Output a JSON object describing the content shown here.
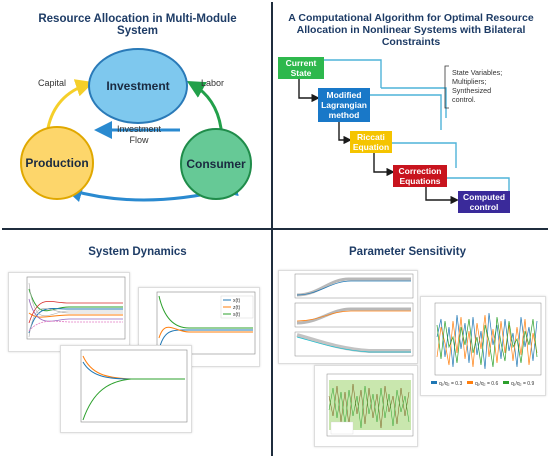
{
  "panel1": {
    "title": "Resource Allocation in Multi-Module System",
    "nodes": {
      "investment": {
        "label": "Investment",
        "color": "#7ec8ee"
      },
      "production": {
        "label": "Production",
        "color": "#fdd66b"
      },
      "consumer": {
        "label": "Consumer",
        "color": "#66c996"
      }
    },
    "edges": {
      "capital": "Capital",
      "labor": "Labor",
      "investment_flow_line1": "Investment",
      "investment_flow_line2": "Flow"
    },
    "colors": {
      "capital_arrow": "#f5cf2a",
      "labor_arrow": "#22a04a",
      "flow_arrow": "#2a8ad0"
    }
  },
  "panel2": {
    "title_line1": "A Computational Algorithm for Optimal Resource",
    "title_line2": "Allocation in Nonlinear Systems with Bilateral",
    "title_line3": "Constraints",
    "steps": [
      {
        "line1": "Current",
        "line2": "State",
        "color": "#2eb84d"
      },
      {
        "line1": "Modified",
        "line2": "Lagrangian",
        "line3": "method",
        "color": "#1978c8"
      },
      {
        "line1": "Riccati",
        "line2": "Equation",
        "color": "#f5c400"
      },
      {
        "line1": "Correction",
        "line2": "Equations",
        "color": "#c8141e"
      },
      {
        "line1": "Computed",
        "line2": "control",
        "color": "#3a2a9a"
      }
    ],
    "note": [
      "State Variables;",
      "Multipliers;",
      "Synthesized",
      "control."
    ],
    "colors": {
      "connector": "#1f78b4",
      "feedback": "#4fb3d9"
    }
  },
  "panel3": {
    "title": "System Dynamics",
    "legend": [
      "x(t)",
      "z(t)",
      "s(t)"
    ]
  },
  "panel4": {
    "title": "Parameter Sensitivity",
    "legend": [
      "q₁/q₂ = 0.3",
      "q₁/q₂ = 0.6",
      "q₁/q₂ = 0.9"
    ]
  }
}
